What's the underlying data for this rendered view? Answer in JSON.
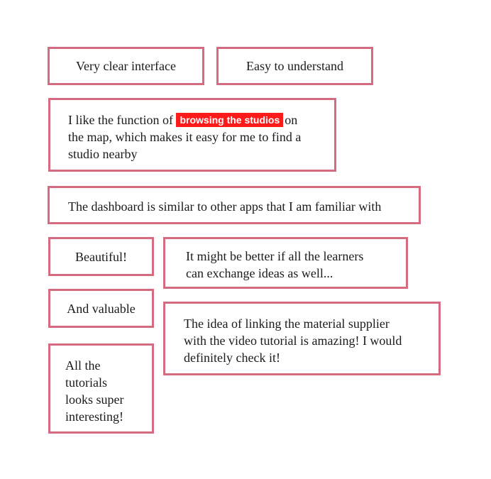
{
  "feedback_notes": [
    {
      "text": "Very clear interface"
    },
    {
      "text": "Easy to understand"
    },
    {
      "text_before": "I like the function of",
      "highlight": "browsing the studios",
      "text_after_line1": "on",
      "text_line2": "the map, which makes it easy for me to find a",
      "text_line3": "studio nearby"
    },
    {
      "text": "The dashboard is similar to other apps that I am familiar with"
    },
    {
      "text": "Beautiful!"
    },
    {
      "line1": "It might be better if all the learners",
      "line2": "can exchange ideas as well..."
    },
    {
      "text": "And valuable"
    },
    {
      "line1": "The idea of linking the material supplier",
      "line2": "with the video tutorial is amazing! I would",
      "line3": "definitely check it!"
    },
    {
      "line1": "All the",
      "line2": "tutorials",
      "line3": "looks super",
      "line4": "interesting!"
    }
  ],
  "colors": {
    "note_border": "#d56b80",
    "highlight_bg": "#ff1a1a",
    "highlight_text": "#ffffff",
    "note_text": "#1a1a1a"
  }
}
